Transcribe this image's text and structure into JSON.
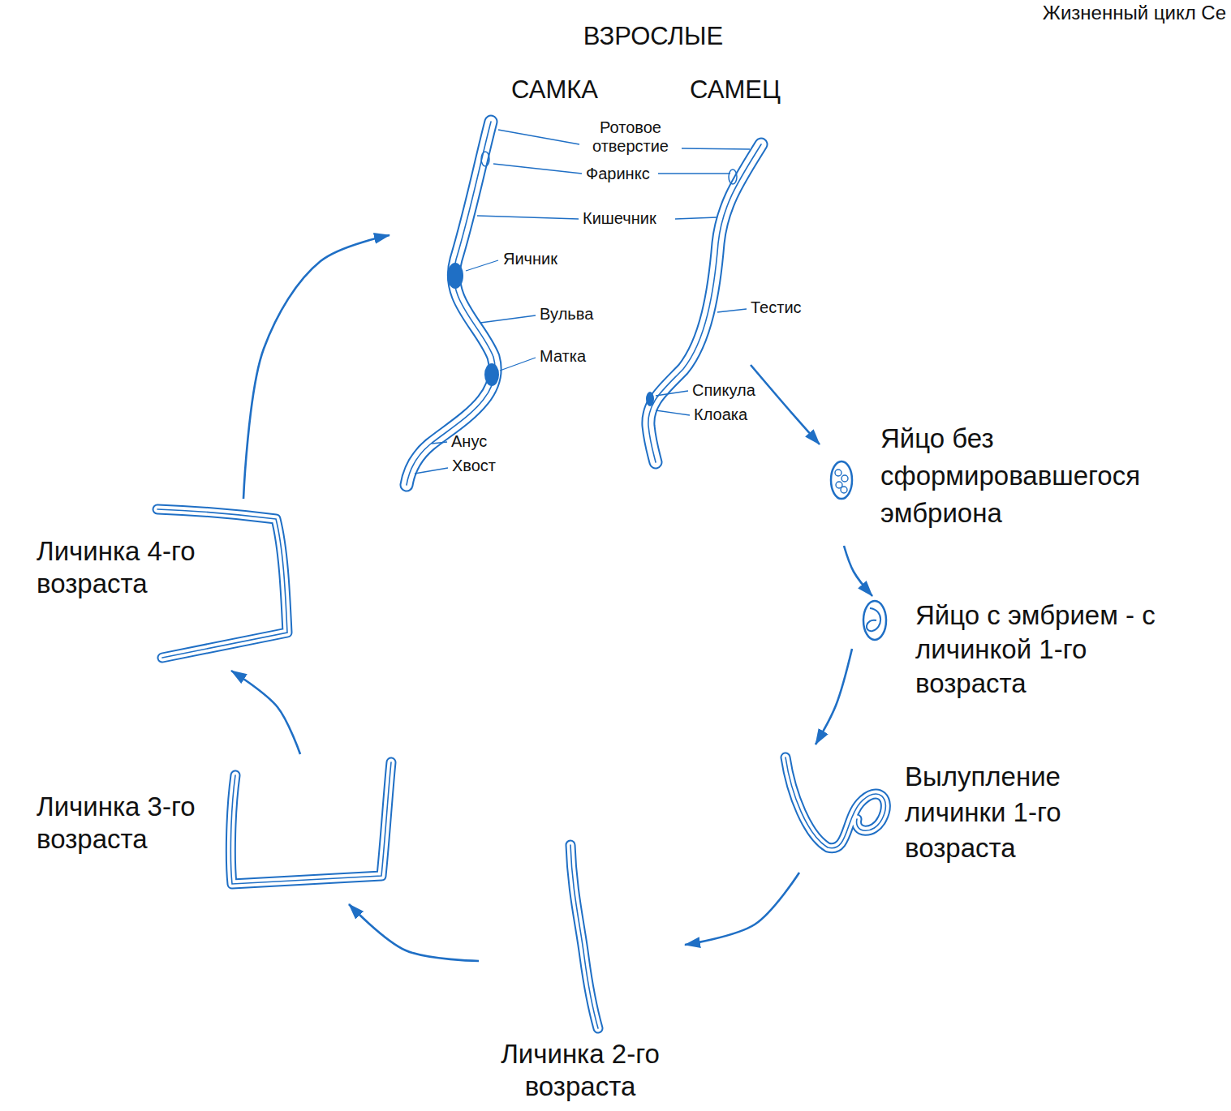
{
  "diagram": {
    "title": "Жизненный цикл Ce",
    "nodes": [
      {
        "text": [
          "ВЗРОСЛЫЕ"
        ]
      },
      {
        "text": [
          "САМКА"
        ],
        "in": 0
      },
      {
        "text": [
          "САМЕЦ"
        ],
        "in": 0
      },
      {
        "text": [
          "Яйцо без сформировавшегося эмбриона"
        ]
      },
      {
        "text": [
          "Яйцо с эмбрием - с личинкой 1-го возраста"
        ]
      },
      {
        "text": [
          "Вылупление личинки 1-го возраста"
        ]
      },
      {
        "text": [
          "Личинка 2-го возраста"
        ]
      },
      {
        "text": [
          "Личинка 3-го возраста"
        ]
      },
      {
        "text": [
          "Личинка 4-го возраста"
        ]
      }
    ],
    "edges": [
      {
        "from": 2,
        "to": 3,
        "arrow": "to"
      },
      {
        "from": 3,
        "to": 4,
        "arrow": "to"
      },
      {
        "from": 4,
        "to": 5,
        "arrow": "to"
      },
      {
        "from": 5,
        "to": 6,
        "arrow": "to"
      },
      {
        "from": 6,
        "to": 7,
        "arrow": "to"
      },
      {
        "from": 7,
        "to": 8,
        "arrow": "to"
      },
      {
        "from": 8,
        "to": 1,
        "arrow": "to"
      }
    ],
    "labels": [
      "Ротовое отверстие",
      "Фаринкс",
      "Кишечник",
      "Яичник",
      "Вульва",
      "Матка",
      "Анус",
      "Хвост",
      "Тестис",
      "Спикула",
      "Клоака"
    ]
  }
}
